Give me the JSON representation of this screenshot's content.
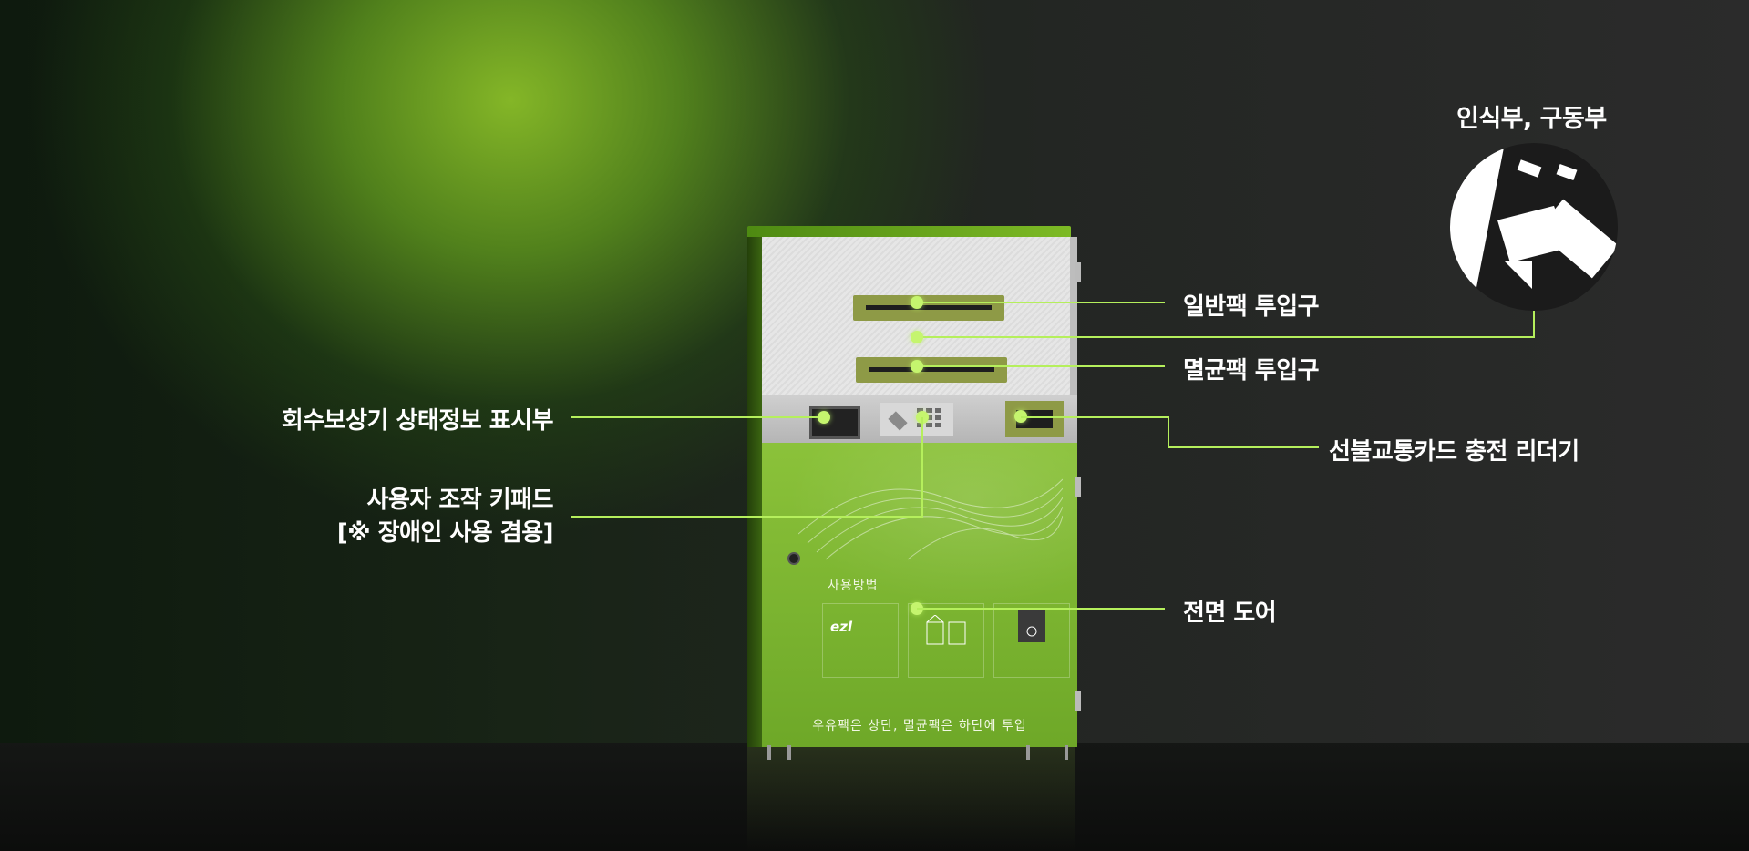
{
  "callouts": {
    "top_right": "인식부, 구동부",
    "general_pack_inlet": "일반팩 투입구",
    "sterile_pack_inlet": "멸균팩 투입구",
    "status_display": "회수보상기 상태정보 표시부",
    "keypad_line1": "사용자 조작 키패드",
    "keypad_line2": "[※ 장애인 사용 겸용]",
    "card_reader": "선불교통카드 충전 리더기",
    "front_door": "전면 도어"
  },
  "door": {
    "title": "사용방법",
    "logo": "ezl",
    "bottom_text": "우유팩은 상단, 멸균팩은 하단에 투입"
  },
  "colors": {
    "accent": "#c5f56e",
    "machine_green": "#7dba25"
  }
}
